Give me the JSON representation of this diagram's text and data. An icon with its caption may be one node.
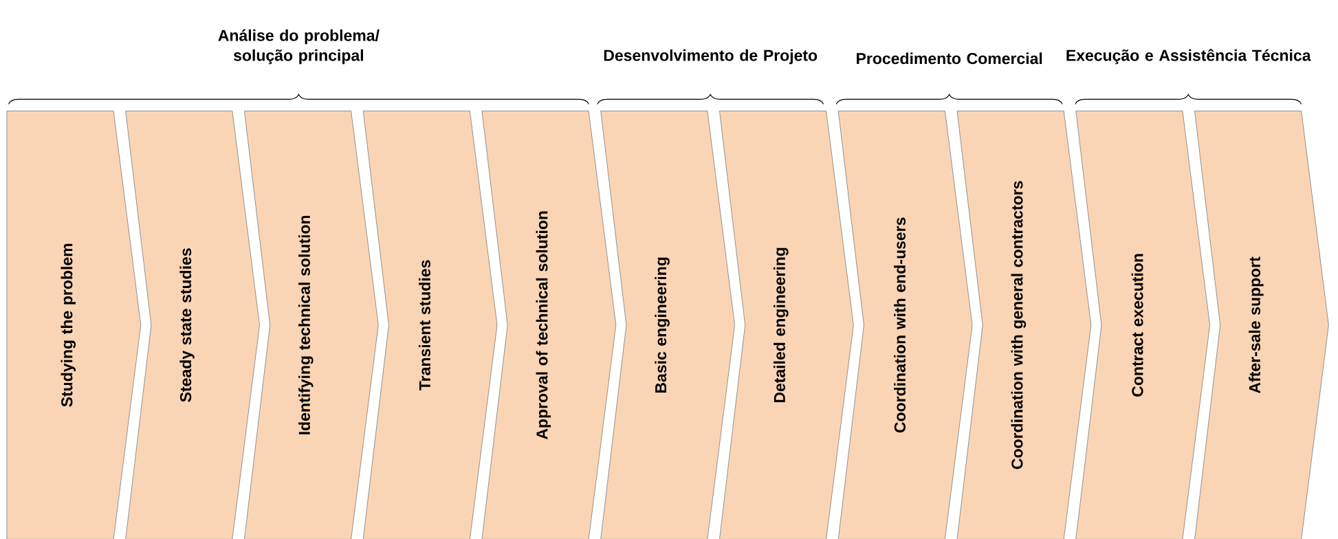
{
  "diagram": {
    "nodes": [
      {
        "text": [
          "Studying the problem"
        ]
      },
      {
        "text": [
          "Steady state studies"
        ]
      },
      {
        "text": [
          "Identifying technical solution"
        ]
      },
      {
        "text": [
          "Transient studies"
        ]
      },
      {
        "text": [
          "Approval of technical solution"
        ]
      },
      {
        "text": [
          "Basic engineering"
        ]
      },
      {
        "text": [
          "Detailed engineering"
        ]
      },
      {
        "text": [
          "Coordination with end-users"
        ]
      },
      {
        "text": [
          "Coordination with general contractors"
        ]
      },
      {
        "text": [
          "Contract execution"
        ]
      },
      {
        "text": [
          "After-sale support"
        ]
      }
    ],
    "labels": [
      "Análise do problema/ solução principal",
      "Desenvolvimento de Projeto",
      "Procedimento Comercial",
      "Execução e Assistência Técnica"
    ]
  }
}
